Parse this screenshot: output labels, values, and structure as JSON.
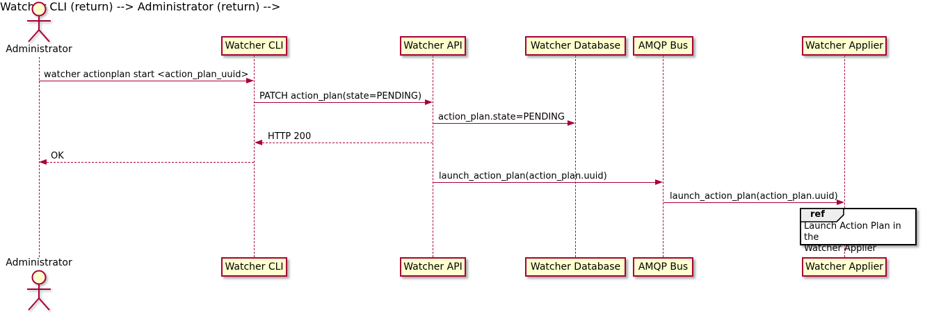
{
  "diagram": {
    "type": "plantuml-sequence",
    "colors": {
      "background": "#FFFFFF",
      "participant_fill": "#FEFECE",
      "participant_border": "#A80036",
      "lifeline": "#A80036",
      "arrow": "#A80036",
      "text": "#000000",
      "ref_border": "#000000",
      "ref_fill": "#FFFFFF",
      "ref_tag_fill": "#EEEEEE"
    },
    "actor": {
      "name": "Administrator"
    },
    "participants": [
      {
        "label": "Watcher CLI"
      },
      {
        "label": "Watcher API"
      },
      {
        "label": "Watcher Database"
      },
      {
        "label": "AMQP Bus"
      },
      {
        "label": "Watcher Applier"
      }
    ],
    "messages": [
      {
        "from": "Administrator",
        "to": "Watcher CLI",
        "style": "solid",
        "label": "watcher actionplan start <action_plan_uuid>"
      },
      {
        "from": "Watcher CLI",
        "to": "Watcher API",
        "style": "solid",
        "label": "PATCH action_plan(state=PENDING)"
      },
      {
        "from": "Watcher API",
        "to": "Watcher Database",
        "style": "solid",
        "label": "action_plan.state=PENDING"
      },
      {
        "from": "Watcher API",
        "to": "Watcher CLI",
        "style": "dashed",
        "label": "HTTP 200"
      },
      {
        "from": "Watcher CLI",
        "to": "Administrator",
        "style": "dashed",
        "label": "OK"
      },
      {
        "from": "Watcher API",
        "to": "AMQP Bus",
        "style": "solid",
        "label": "launch_action_plan(action_plan.uuid)"
      },
      {
        "from": "AMQP Bus",
        "to": "Watcher Applier",
        "style": "solid",
        "label": "launch_action_plan(action_plan.uuid)"
      }
    ],
    "ref": {
      "keyword": "ref",
      "line1": "Launch Action Plan in the",
      "line2": "Watcher Applier"
    }
  }
}
